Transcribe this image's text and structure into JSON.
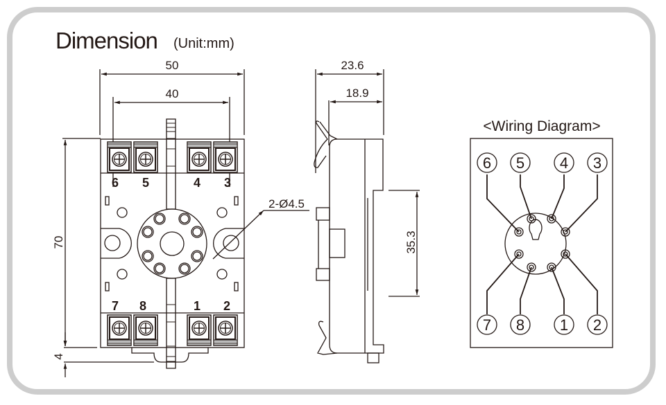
{
  "header": {
    "title": "Dimension",
    "unit": "(Unit:mm)"
  },
  "front_view": {
    "dim_width_outer": "50",
    "dim_width_inner": "40",
    "dim_height": "70",
    "dim_bottom": "4",
    "hole_callout": "2-Ø4.5",
    "top_terminals": [
      "6",
      "5",
      "4",
      "3"
    ],
    "bottom_terminals": [
      "7",
      "8",
      "1",
      "2"
    ]
  },
  "side_view": {
    "dim_depth_outer": "23.6",
    "dim_depth_inner": "18.9",
    "dim_rail": "35.3"
  },
  "wiring_diagram": {
    "title": "<Wiring Diagram>",
    "top_pins": [
      "6",
      "5",
      "4",
      "3"
    ],
    "bottom_pins": [
      "7",
      "8",
      "1",
      "2"
    ]
  },
  "colors": {
    "line": "#231815",
    "frame": "#cdcdcd"
  }
}
